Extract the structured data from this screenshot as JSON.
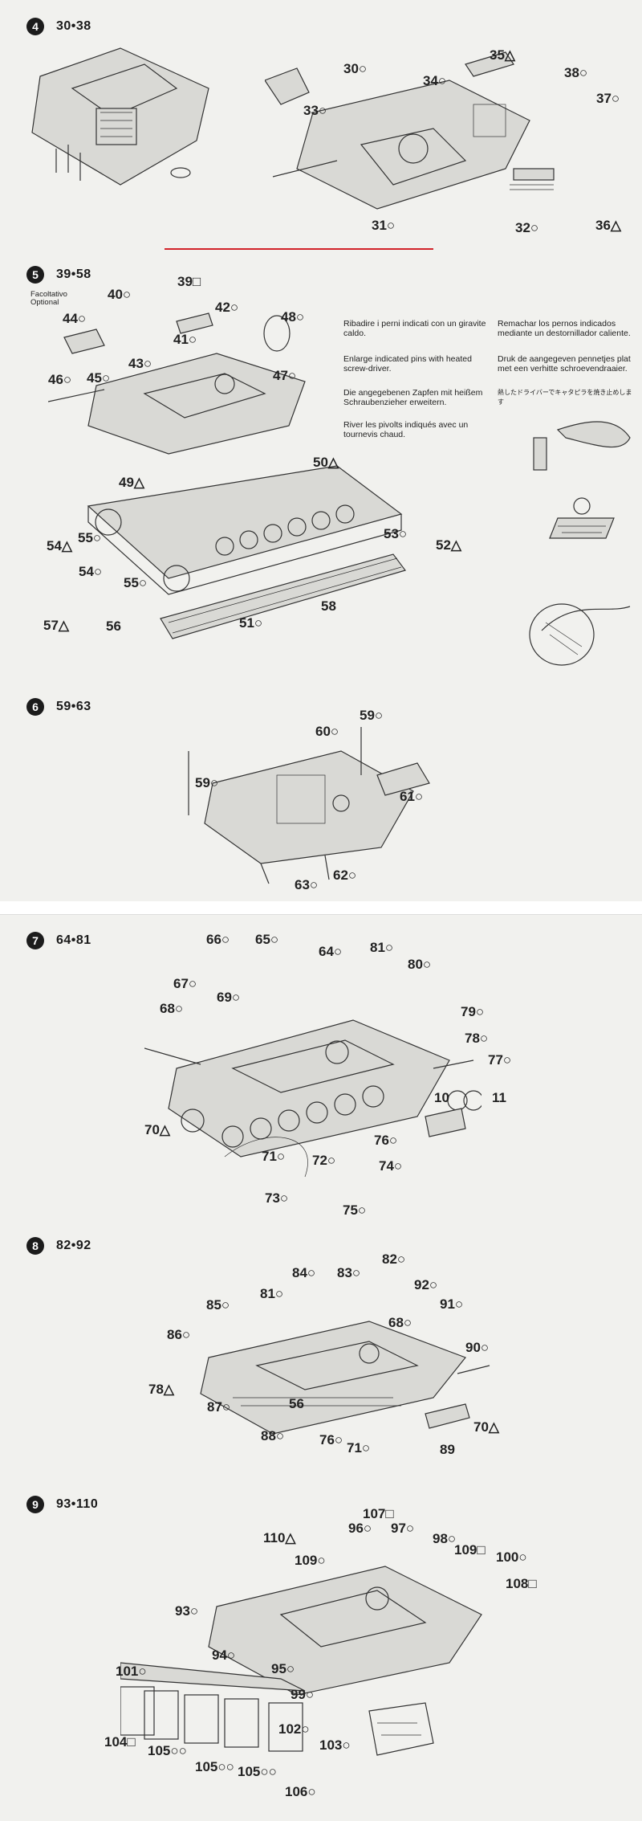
{
  "steps": [
    {
      "number": "4",
      "range": "30•38",
      "parts": [
        "30○",
        "33○",
        "34○",
        "35△",
        "38○",
        "37○",
        "31○",
        "32○",
        "36△"
      ]
    },
    {
      "number": "5",
      "range": "39•58",
      "optional_label": "Facoltativo\nOptional",
      "parts": [
        "39□",
        "40○",
        "42○",
        "48○",
        "44○",
        "41○",
        "43○",
        "47○",
        "46○",
        "45○",
        "50△",
        "49△",
        "53○",
        "52△",
        "54△",
        "55○",
        "54○",
        "55○",
        "58",
        "57△",
        "56",
        "51○"
      ]
    },
    {
      "number": "6",
      "range": "59•63",
      "parts": [
        "60○",
        "59○",
        "59○",
        "61○",
        "62○",
        "63○"
      ]
    },
    {
      "number": "7",
      "range": "64•81",
      "parts": [
        "66○",
        "65○",
        "64○",
        "81○",
        "80○",
        "67○",
        "69○",
        "68○",
        "79○",
        "78○",
        "77○",
        "10",
        "11",
        "70△",
        "76○",
        "71○",
        "72○",
        "74○",
        "73○",
        "75○"
      ]
    },
    {
      "number": "8",
      "range": "82•92",
      "parts": [
        "84○",
        "83○",
        "82○",
        "92○",
        "85○",
        "81○",
        "68○",
        "91○",
        "86○",
        "90○",
        "78△",
        "87○",
        "56",
        "88○",
        "76○",
        "71○",
        "70△",
        "89"
      ]
    },
    {
      "number": "9",
      "range": "93•110",
      "parts": [
        "107□",
        "96○",
        "97○",
        "98○",
        "110△",
        "109○",
        "109□",
        "100○",
        "108□",
        "93○",
        "94○",
        "95○",
        "101○",
        "99○",
        "102○",
        "103○",
        "104□",
        "105○○",
        "105○○",
        "105○○",
        "106○"
      ]
    }
  ],
  "instructions": {
    "italian": "Ribadire i perni indicati con un giravite caldo.",
    "english": "Enlarge indicated pins with heated screw-driver.",
    "german": "Die angegebenen Zapfen mit heißem Schraubenzieher erweitern.",
    "french": "River les pivolts indiqués avec un tournevis chaud.",
    "spanish": "Remachar los pernos indicados mediante un destornillador caliente.",
    "dutch": "Druk de aangegeven pennetjes plat met een verhitte schroevendraaier.",
    "japanese": "熱したドライバーでキャタピラを焼き止めします"
  }
}
